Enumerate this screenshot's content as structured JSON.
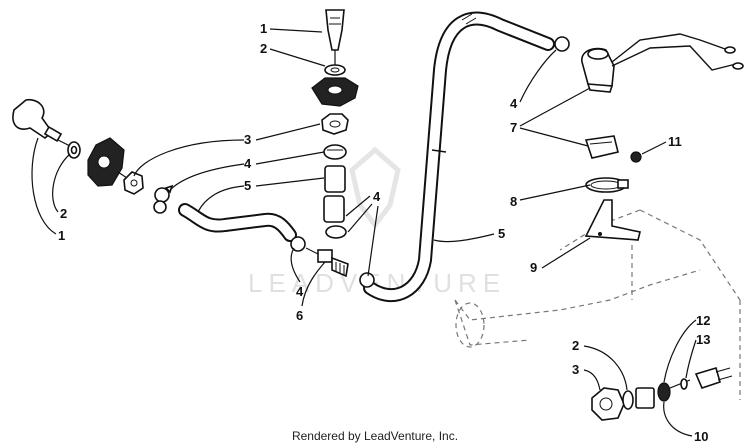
{
  "watermark": "LEADVENTURE",
  "footer": "Rendered by LeadVenture, Inc.",
  "callouts": {
    "c1a": "1",
    "c2a": "2",
    "c3a": "3",
    "c4a": "4",
    "c5a": "5",
    "c4b": "4",
    "c6": "6",
    "c4c": "4",
    "c2b": "2",
    "c1b": "1",
    "c5b": "5",
    "c4d": "4",
    "c7": "7",
    "c8": "8",
    "c9": "9",
    "c11": "11",
    "c2c": "2",
    "c3b": "3",
    "c12": "12",
    "c13": "13",
    "c10": "10"
  }
}
